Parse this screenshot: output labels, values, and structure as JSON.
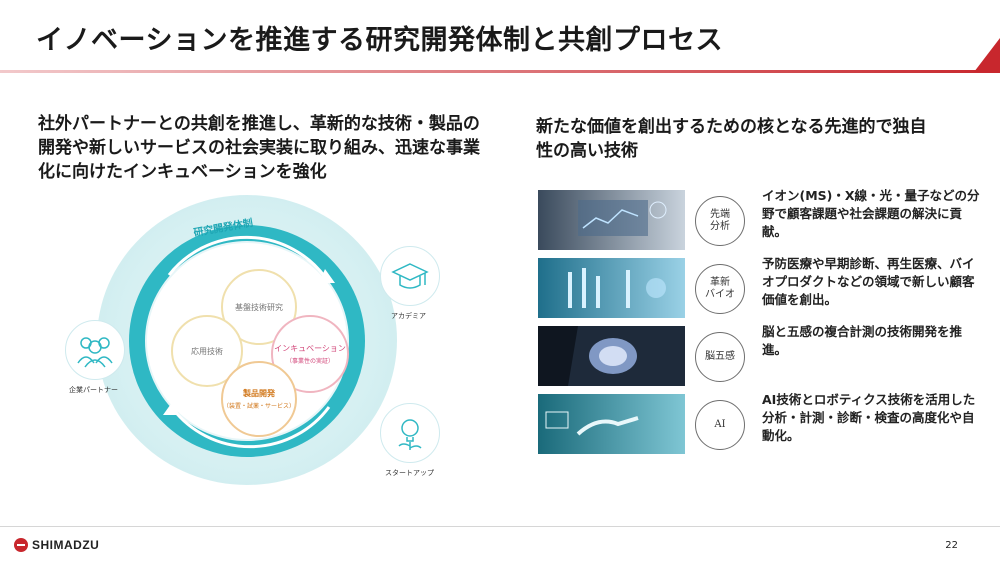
{
  "title": "イノベーションを推進する研究開発体制と共創プロセス",
  "left_text": "社外パートナーとの共創を推進し、革新的な技術・製品の開発や新しいサービスの社会実装に取り組み、迅速な事業化に向けたインキュベーションを強化",
  "right_heading": "新たな価値を創出するための核となる先進的で独自性の高い技術",
  "diagram": {
    "system_label": "研究開発体制",
    "basic_research": "基盤技術研究",
    "applied_tech": "応用技術",
    "incubation": "インキュベーション",
    "incubation_sub": "（事業性の実証）",
    "product_dev": "製品開発",
    "product_dev_sub": "（装置・試薬・サービス）",
    "partners": [
      "企業パートナー",
      "アカデミア",
      "スタートアップ"
    ]
  },
  "technologies": [
    {
      "badge": "先端\n分析",
      "description": "イオン(MS)・X線・光・量子などの分野で顧客課題や社会課題の解決に貢献。"
    },
    {
      "badge": "革新\nバイオ",
      "description": "予防医療や早期診断、再生医療、バイオプロダクトなどの領域で新しい顧客価値を創出。"
    },
    {
      "badge": "脳五感",
      "description": "脳と五感の複合計測の技術開発を推進。"
    },
    {
      "badge": "AI",
      "description": "AI技術とロボティクス技術を活用した分析・計測・診断・検査の高度化や自動化。"
    }
  ],
  "footer": {
    "logo": "SHIMADZU",
    "page": "22"
  },
  "colors": {
    "accent": "#c8272d",
    "teal": "#2fb8c4"
  }
}
